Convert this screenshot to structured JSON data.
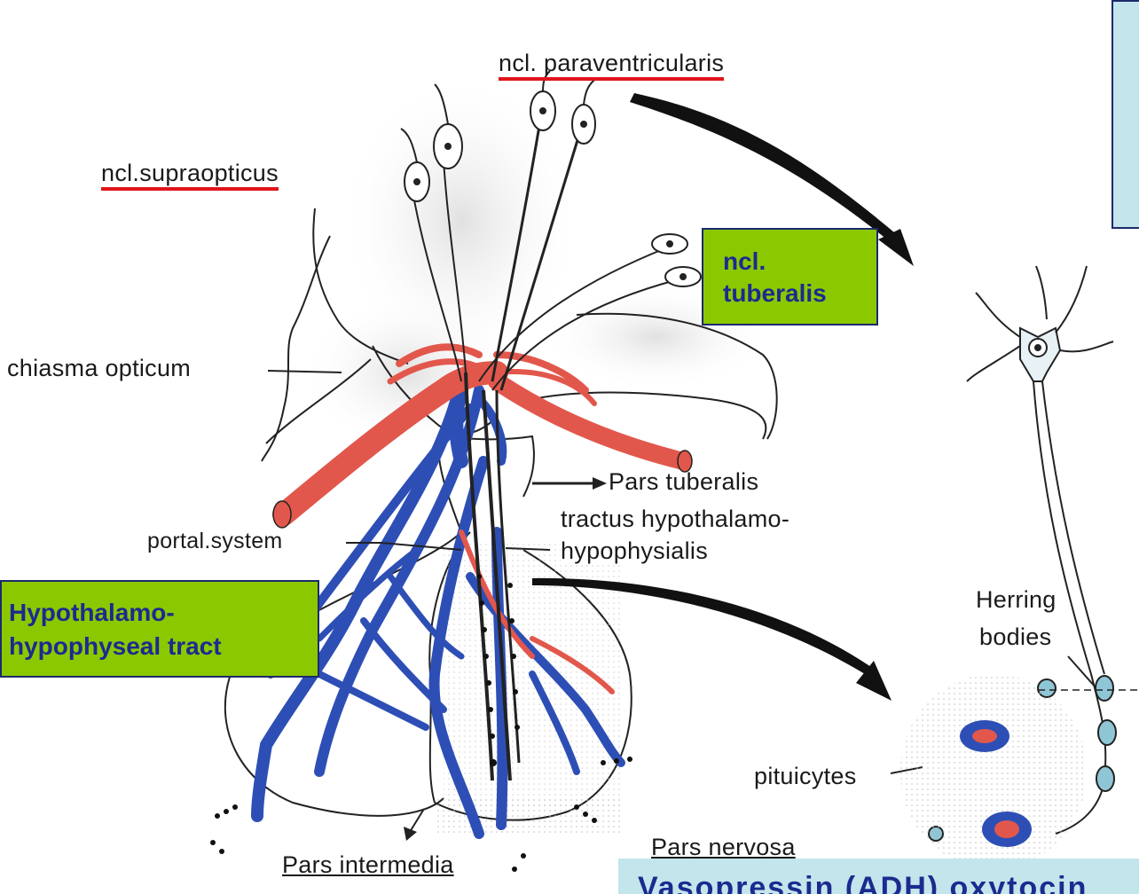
{
  "labels": {
    "paraventricularis": "ncl. paraventricularis",
    "supraopticus": "ncl.supraopticus",
    "chiasma": "chiasma opticum",
    "pars_tuberalis": "Pars tuberalis",
    "tractus_line1": "tractus hypothalamo-",
    "tractus_line2": "hypophysialis",
    "portal": "portal.system",
    "herring_line1": "Herring",
    "herring_line2": "bodies",
    "pituicytes": "pituicytes",
    "pars_nervosa": "Pars nervosa",
    "pars_intermedia": "Pars intermedia"
  },
  "callouts": {
    "tuberalis_line1": "ncl.",
    "tuberalis_line2": "tuberalis",
    "tract_line1": "Hypothalamo-",
    "tract_line2": "hypophyseal tract"
  },
  "banner": {
    "text": "Vasopressin (ADH)  oxytocin"
  },
  "colors": {
    "callout_fill": "#8cc800",
    "callout_text": "#1b2b8f",
    "vessel_blue": "#2d4fb5",
    "vessel_red": "#e2574c",
    "underline_red": "#e0141a",
    "banner_fill": "#c3e5ec"
  }
}
